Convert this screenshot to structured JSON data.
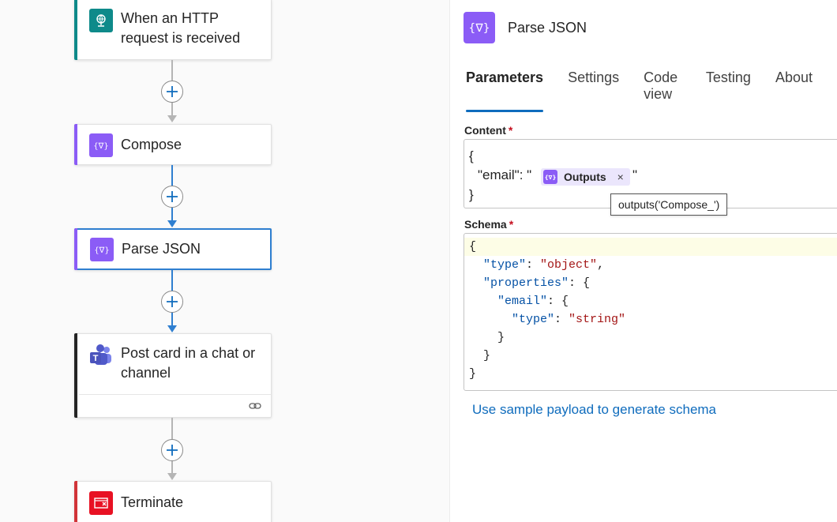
{
  "flow": {
    "nodes": [
      {
        "title_line1": "When an HTTP",
        "title_line2": "request is received",
        "icon": "http-request-icon",
        "accent": "#0e8a8a"
      },
      {
        "title": "Compose",
        "icon": "data-operation-icon",
        "accent": "#8b5cf6"
      },
      {
        "title": "Parse JSON",
        "icon": "data-operation-icon",
        "accent": "#8b5cf6"
      },
      {
        "title_line1": "Post card in a chat or",
        "title_line2": "channel",
        "icon": "teams-icon",
        "accent": "#242424"
      },
      {
        "title": "Terminate",
        "icon": "terminate-icon",
        "accent": "#d13438"
      }
    ],
    "add_step_icon": "plus-icon"
  },
  "panel": {
    "title": "Parse JSON",
    "icon": "data-operation-icon",
    "tabs": [
      "Parameters",
      "Settings",
      "Code view",
      "Testing",
      "About"
    ],
    "active_tab": "Parameters",
    "content": {
      "label": "Content",
      "required": "*",
      "line1": "{",
      "line2_prefix": "\"email\": \"",
      "token_label": "Outputs",
      "token_close": "×",
      "line2_suffix": "\"",
      "line3": "}",
      "tooltip": "outputs('Compose_')"
    },
    "schema": {
      "label": "Schema",
      "required": "*",
      "lines": [
        {
          "indent": "",
          "parts": [
            [
              "p",
              "{"
            ]
          ]
        },
        {
          "indent": "  ",
          "parts": [
            [
              "k",
              "\"type\""
            ],
            [
              "p",
              ": "
            ],
            [
              "s",
              "\"object\""
            ],
            [
              "p",
              ","
            ]
          ]
        },
        {
          "indent": "  ",
          "parts": [
            [
              "k",
              "\"properties\""
            ],
            [
              "p",
              ": {"
            ]
          ]
        },
        {
          "indent": "    ",
          "parts": [
            [
              "k",
              "\"email\""
            ],
            [
              "p",
              ": {"
            ]
          ]
        },
        {
          "indent": "      ",
          "parts": [
            [
              "k",
              "\"type\""
            ],
            [
              "p",
              ": "
            ],
            [
              "s",
              "\"string\""
            ]
          ]
        },
        {
          "indent": "    ",
          "parts": [
            [
              "p",
              "}"
            ]
          ]
        },
        {
          "indent": "  ",
          "parts": [
            [
              "p",
              "}"
            ]
          ]
        },
        {
          "indent": "",
          "parts": [
            [
              "p",
              "}"
            ]
          ]
        }
      ]
    },
    "sample_link": "Use sample payload to generate schema"
  },
  "colors": {
    "selected_border": "#2f7fd0",
    "connector_gray": "#b5b5b5",
    "connector_blue": "#2f7fd0",
    "link": "#0f6cbd",
    "data_operation": "#8b5cf6"
  }
}
